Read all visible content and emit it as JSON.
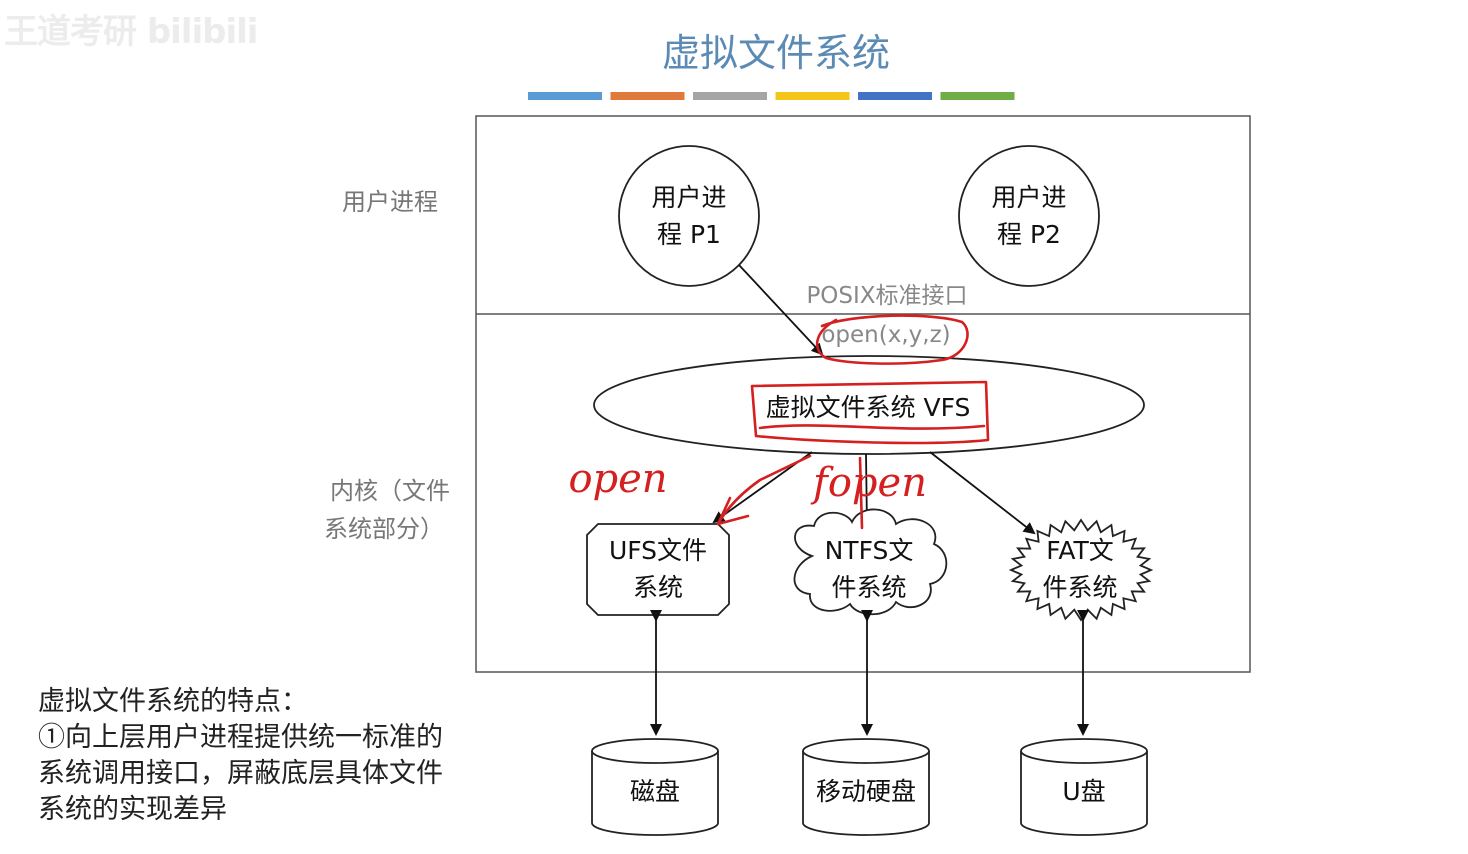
{
  "watermark": "王道考研 bilibili",
  "title": "虚拟文件系统",
  "color_bars": [
    "#5b9bd5",
    "#e07a3c",
    "#a5a5a5",
    "#f5c518",
    "#4472c4",
    "#70ad47"
  ],
  "sections": {
    "user_label": "用户进程",
    "kernel_label_line1": "内核（文件",
    "kernel_label_line2": "系统部分）"
  },
  "processes": [
    {
      "line1": "用户进",
      "line2": "程 P1"
    },
    {
      "line1": "用户进",
      "line2": "程 P2"
    }
  ],
  "interface_label": "POSIX标准接口",
  "call_label": "open(x,y,z)",
  "vfs_label": "虚拟文件系统 VFS",
  "filesystems": [
    {
      "line1": "UFS文件",
      "line2": "系统",
      "handwritten": "open"
    },
    {
      "line1": "NTFS文",
      "line2": "件系统",
      "handwritten": "fopen"
    },
    {
      "line1": "FAT文",
      "line2": "件系统"
    }
  ],
  "devices": [
    "磁盘",
    "移动硬盘",
    "U盘"
  ],
  "notes": {
    "heading": "虚拟文件系统的特点：",
    "line1": "①向上层用户进程提供统一标准的",
    "line2": "系统调用接口，屏蔽底层具体文件",
    "line3": "系统的实现差异"
  },
  "annotation_color": "#d42020"
}
